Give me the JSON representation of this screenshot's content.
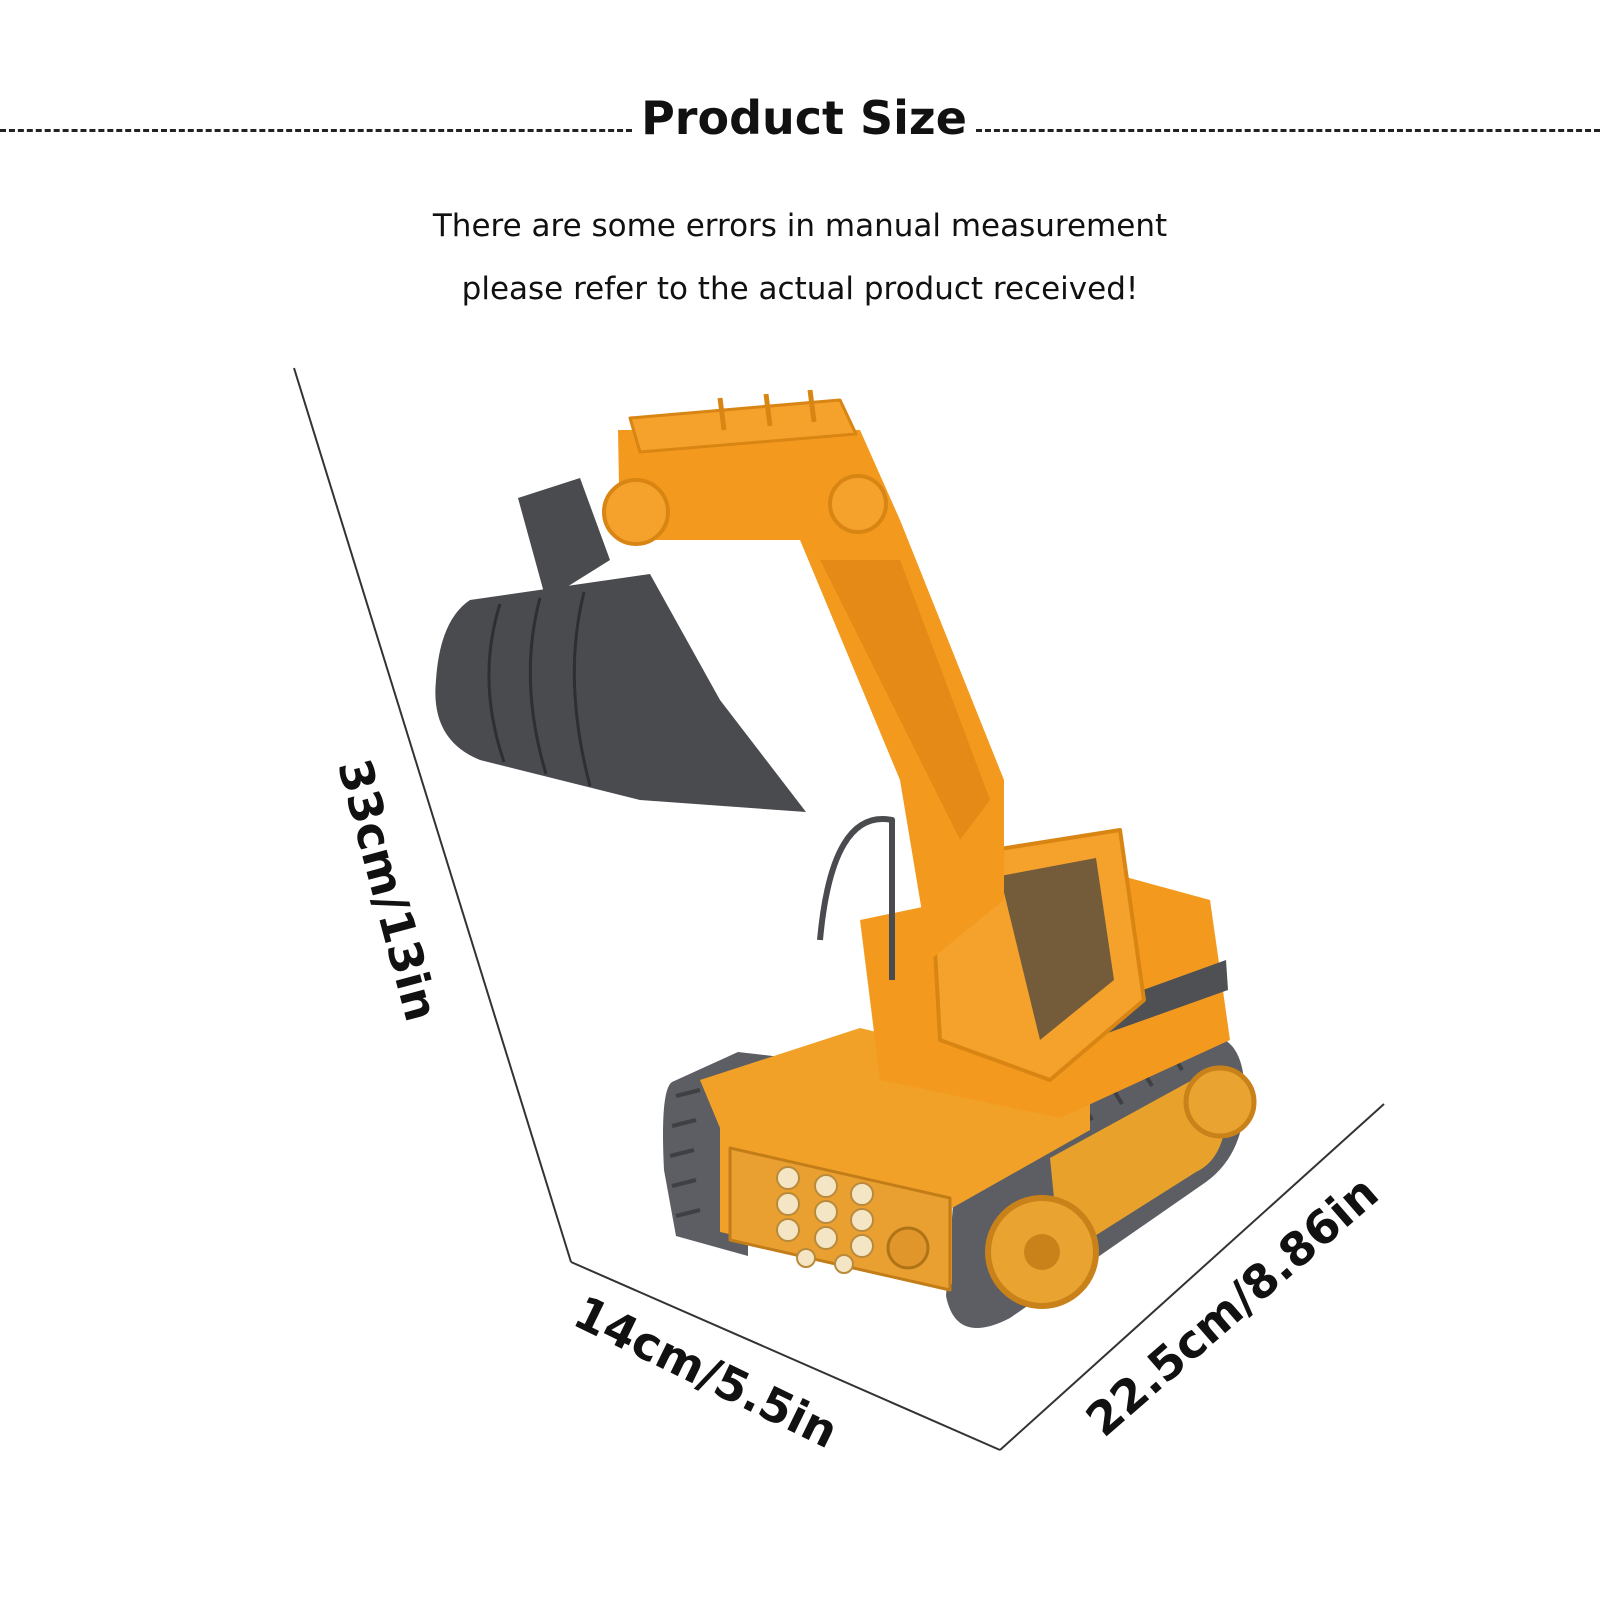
{
  "header": {
    "title": "Product Size"
  },
  "note": {
    "line1": "There are some errors in manual measurement",
    "line2": "please refer to the actual product received!"
  },
  "dimensions": {
    "height": "33cm/13in",
    "width": "14cm/5.5in",
    "depth": "22.5cm/8.86in"
  },
  "colors": {
    "body": "#f39a1e",
    "body_dark": "#d97a10",
    "bucket": "#4a4b4f",
    "track": "#5c5e63",
    "line": "#222222"
  }
}
